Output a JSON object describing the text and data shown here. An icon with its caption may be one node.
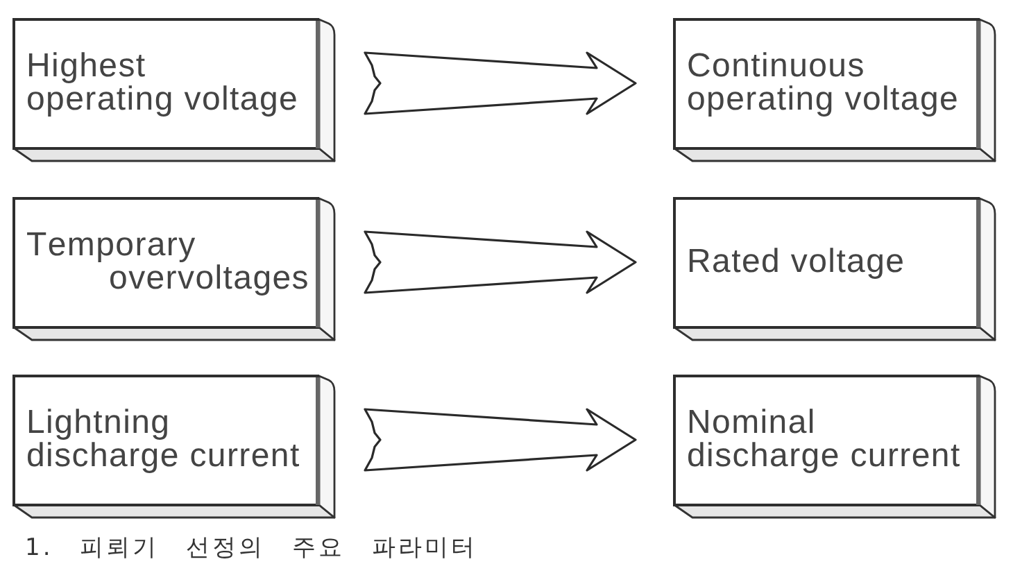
{
  "diagram": {
    "caption": "1. 피뢰기 선정의 주요 파라미터",
    "nodes": [
      {
        "text": [
          "Highest operating voltage"
        ]
      },
      {
        "text": [
          "Continuous operating voltage"
        ]
      },
      {
        "text": [
          "Temporary overvoltages"
        ]
      },
      {
        "text": [
          "Rated voltage"
        ]
      },
      {
        "text": [
          "Lightning discharge current"
        ]
      },
      {
        "text": [
          "Nominal discharge current"
        ]
      }
    ],
    "edges": [
      {
        "from": 0,
        "to": 1,
        "arrow": "to"
      },
      {
        "from": 2,
        "to": 3,
        "arrow": "to"
      },
      {
        "from": 4,
        "to": 5,
        "arrow": "to"
      }
    ]
  }
}
